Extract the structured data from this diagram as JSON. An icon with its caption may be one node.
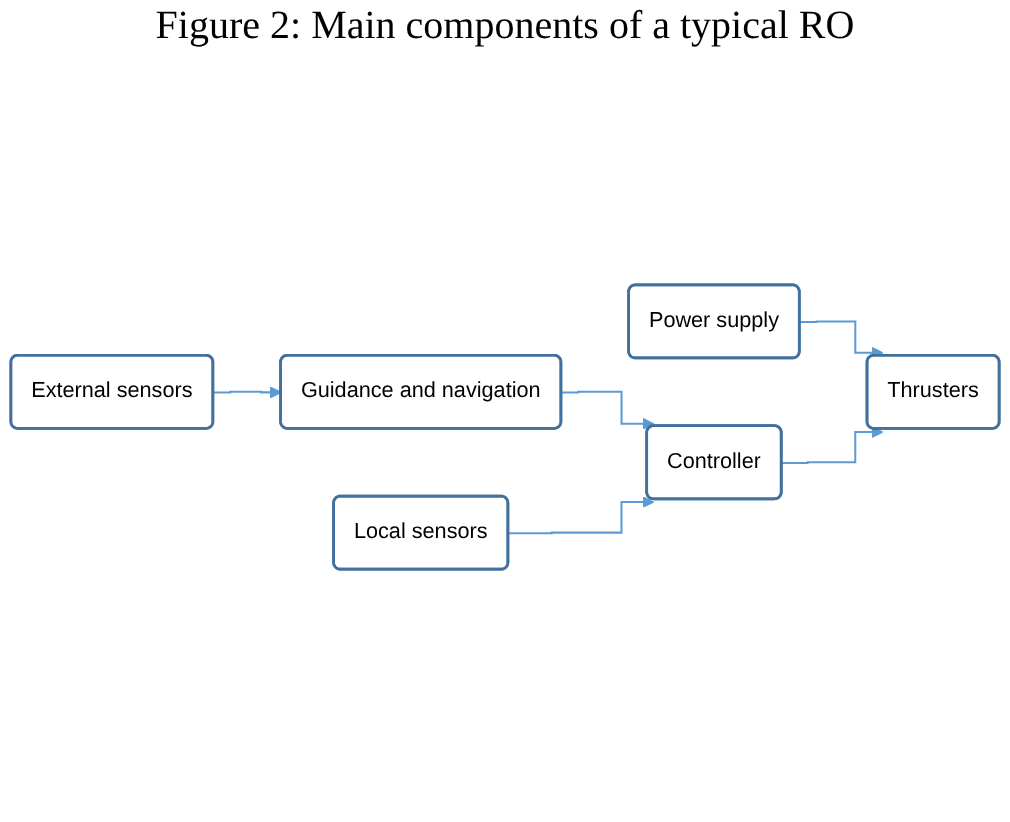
{
  "diagram": {
    "title": "Figure 2: Main components of a typical RO",
    "nodes": [
      {
        "text": [
          "Power supply"
        ]
      },
      {
        "text": [
          "External sensors"
        ]
      },
      {
        "text": [
          "Thrusters"
        ]
      },
      {
        "text": [
          "Guidance and navigation"
        ]
      },
      {
        "text": [
          "Controller"
        ]
      },
      {
        "text": [
          "Local sensors"
        ]
      }
    ],
    "edges": [
      {
        "from": 0,
        "to": 2,
        "arrow": "to"
      },
      {
        "from": 1,
        "to": 3,
        "arrow": "to"
      },
      {
        "from": 3,
        "to": 4,
        "arrow": "to"
      },
      {
        "from": 4,
        "to": 2,
        "arrow": "to"
      },
      {
        "from": 5,
        "to": 4,
        "arrow": "to"
      }
    ]
  }
}
